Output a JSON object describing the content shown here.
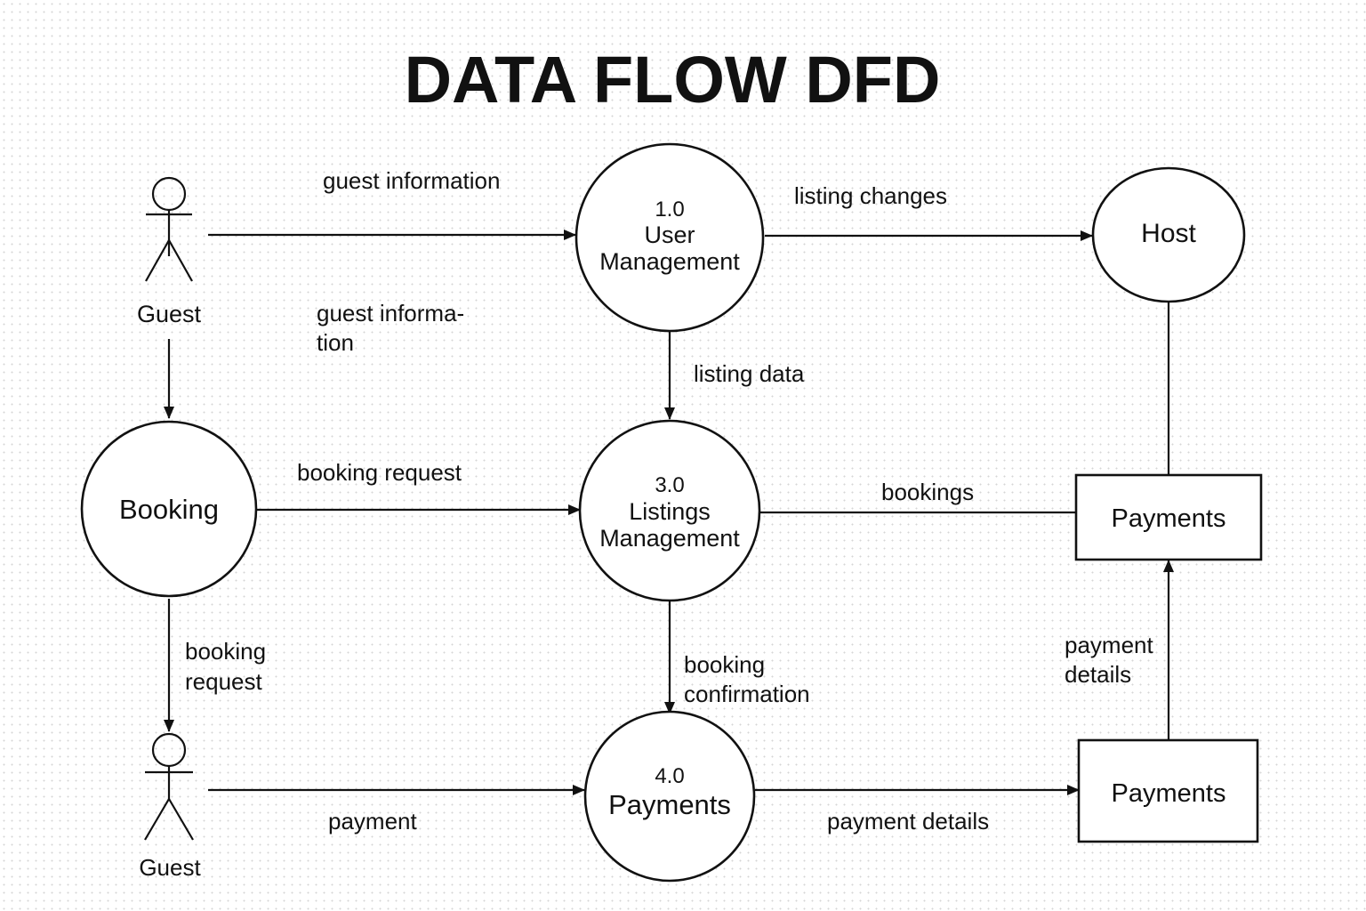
{
  "title": "DATA FLOW DFD",
  "entities": {
    "guest_top": "Guest",
    "guest_bottom": "Guest",
    "host": "Host"
  },
  "processes": {
    "user_management": {
      "number": "1.0",
      "line1": "User",
      "line2": "Management"
    },
    "booking": {
      "label": "Booking"
    },
    "listings_management": {
      "number": "3.0",
      "line1": "Listings",
      "line2": "Management"
    },
    "payments": {
      "number": "4.0",
      "label": "Payments"
    }
  },
  "stores": {
    "payments_upper": "Payments",
    "payments_lower": "Payments"
  },
  "flows": {
    "guest_information": "guest information",
    "guest_information_wrapped_1": "guest informa-",
    "guest_information_wrapped_2": "tion",
    "listing_changes": "listing changes",
    "listing_data": "listing data",
    "booking_request": "booking request",
    "bookings": "bookings",
    "booking_request_v1": "booking",
    "booking_request_v2": "request",
    "booking_confirmation_1": "booking",
    "booking_confirmation_2": "confirmation",
    "payment_details_v1": "payment",
    "payment_details_v2": "details",
    "payment": "payment",
    "payment_details": "payment details"
  }
}
